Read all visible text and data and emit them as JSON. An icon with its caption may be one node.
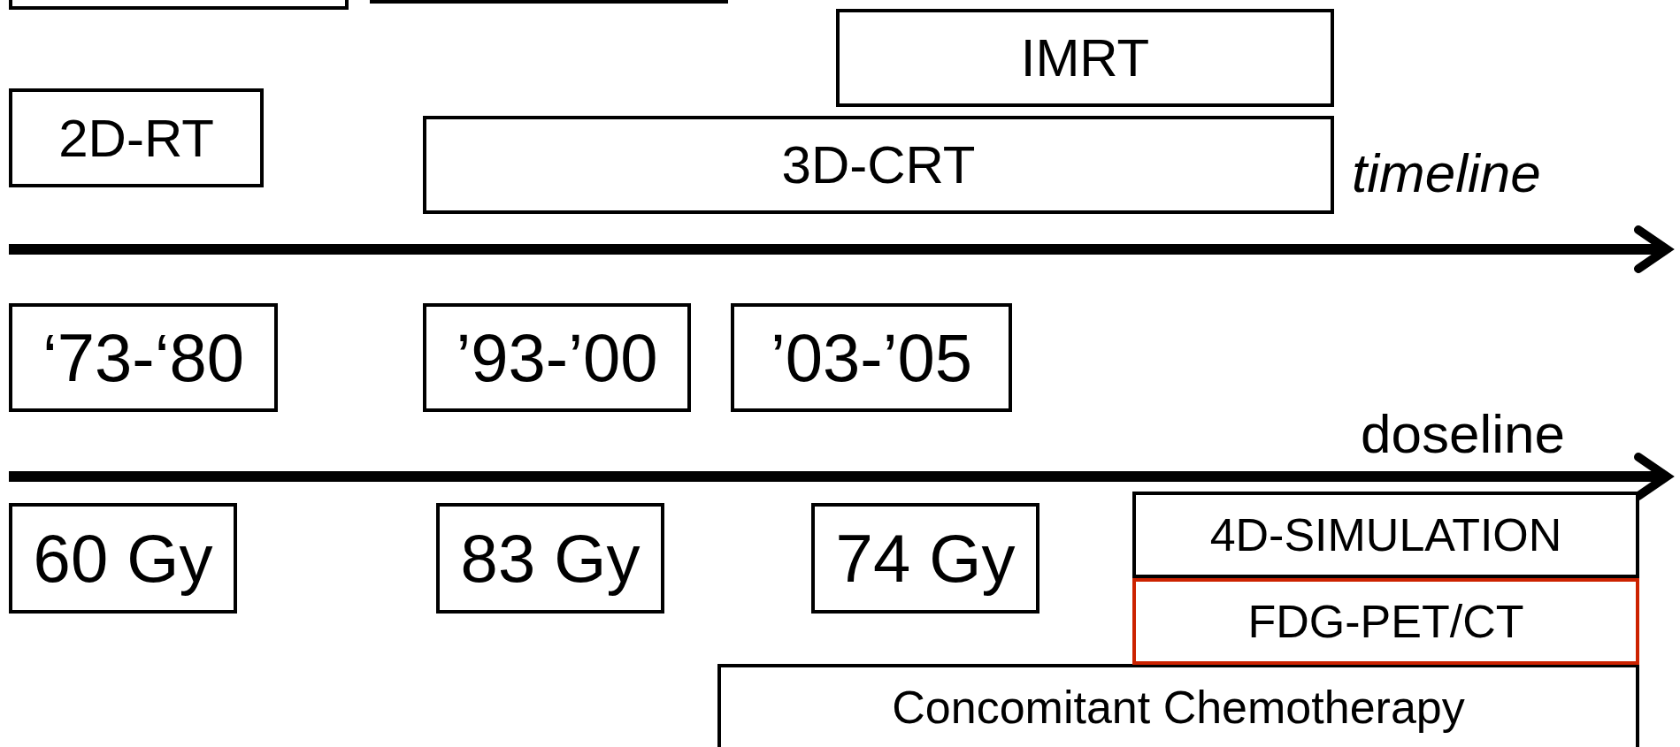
{
  "diagram": {
    "nodes": [
      {
        "text": [],
        "shape": "box"
      },
      {
        "text": [],
        "shape": "box"
      },
      {
        "text": [
          "IMRT"
        ]
      },
      {
        "text": [
          "2D-RT"
        ]
      },
      {
        "text": [
          "3D-CRT"
        ]
      },
      {
        "text": [
          "‘73-‘80"
        ]
      },
      {
        "text": [
          "’93-’00"
        ]
      },
      {
        "text": [
          "’03-’05"
        ]
      },
      {
        "text": [
          "60 Gy"
        ]
      },
      {
        "text": [
          "83 Gy"
        ]
      },
      {
        "text": [
          "74 Gy"
        ]
      },
      {
        "text": [
          "4D-SIMULATION"
        ]
      },
      {
        "text": [
          "FDG-PET/CT"
        ]
      },
      {
        "text": [
          "Concomitant Chemotherapy"
        ]
      }
    ],
    "labels": [
      "timeline",
      "doseline"
    ]
  }
}
